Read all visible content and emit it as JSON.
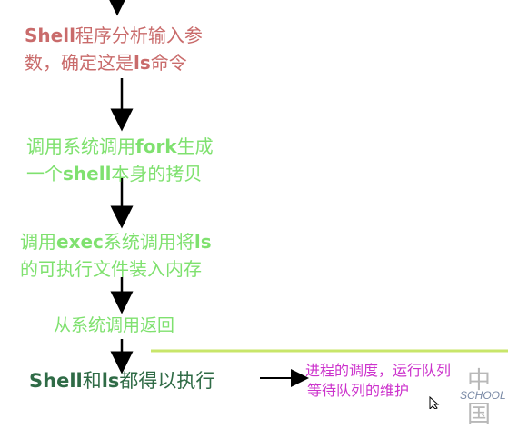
{
  "steps": {
    "s1": {
      "line1_a": "Shell",
      "line1_b": "程序分析输入参",
      "line2_a": "数，确定这是",
      "line2_b": "ls",
      "line2_c": "命令"
    },
    "s2": {
      "line1_a": "调用系统调用",
      "line1_b": "fork",
      "line1_c": "生成",
      "line2_a": "一个",
      "line2_b": "shell",
      "line2_c": "本身的拷贝"
    },
    "s3": {
      "line1_a": "调用",
      "line1_b": "exec",
      "line1_c": "系统调用将",
      "line1_d": "ls",
      "line2": "的可执行文件装入内存"
    },
    "s4": {
      "text": "从系统调用返回"
    },
    "s5": {
      "a": "Shell",
      "b": "和",
      "c": "ls",
      "d": "都得以执行"
    }
  },
  "side_note": {
    "line1": "进程的调度，运行队列",
    "line2": "等待队列的维护"
  },
  "logo": {
    "mark": "中国",
    "text": "SCHOOL"
  },
  "colors": {
    "step1": "#c96b6b",
    "green": "#7fe16f",
    "dark_green": "#2f6b46",
    "note": "#cc33cc",
    "line": "#c8e66a"
  }
}
